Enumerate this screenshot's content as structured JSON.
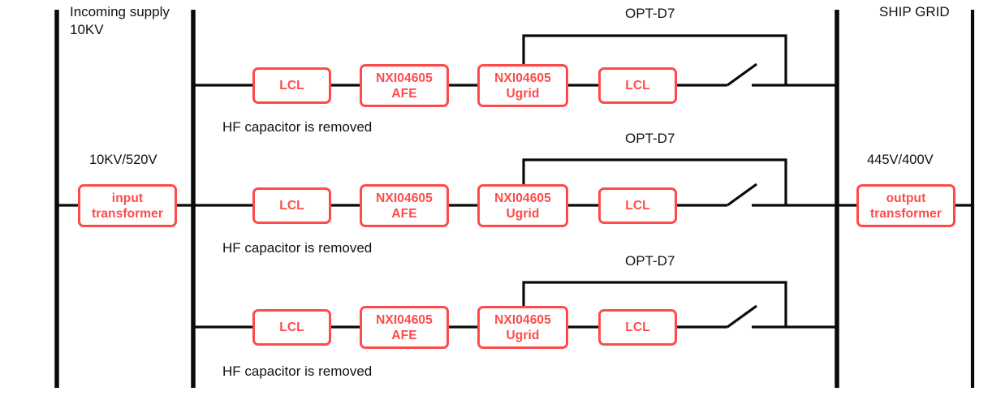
{
  "diagram": {
    "title": "Shipboard power conversion single-line diagram",
    "accent_color": "#ff4a4a",
    "line_color": "#0a0a0a",
    "background": "#ffffff"
  },
  "labels": {
    "incoming_supply": "Incoming supply\n10KV",
    "ship_grid": "SHIP GRID",
    "input_ratio": "10KV/520V",
    "output_ratio": "445V/400V"
  },
  "transformers": {
    "input": "input\ntransformer",
    "output": "output\ntransformer"
  },
  "notes": {
    "hf_capacitor": "HF capacitor is removed"
  },
  "branches": [
    {
      "index": 1,
      "opt_label": "OPT-D7",
      "note": "HF capacitor is removed",
      "blocks": [
        {
          "name": "lcl-input",
          "text": "LCL"
        },
        {
          "name": "afe",
          "text": "NXI04605\nAFE"
        },
        {
          "name": "ugrid",
          "text": "NXI04605\nUgrid"
        },
        {
          "name": "lcl-output",
          "text": "LCL"
        }
      ],
      "switch": "open-knife-switch"
    },
    {
      "index": 2,
      "opt_label": "OPT-D7",
      "note": "HF capacitor is removed",
      "blocks": [
        {
          "name": "lcl-input",
          "text": "LCL"
        },
        {
          "name": "afe",
          "text": "NXI04605\nAFE"
        },
        {
          "name": "ugrid",
          "text": "NXI04605\nUgrid"
        },
        {
          "name": "lcl-output",
          "text": "LCL"
        }
      ],
      "switch": "open-knife-switch"
    },
    {
      "index": 3,
      "opt_label": "OPT-D7",
      "note": "HF capacitor is removed",
      "blocks": [
        {
          "name": "lcl-input",
          "text": "LCL"
        },
        {
          "name": "afe",
          "text": "NXI04605\nAFE"
        },
        {
          "name": "ugrid",
          "text": "NXI04605\nUgrid"
        },
        {
          "name": "lcl-output",
          "text": "LCL"
        }
      ],
      "switch": "open-knife-switch"
    }
  ]
}
